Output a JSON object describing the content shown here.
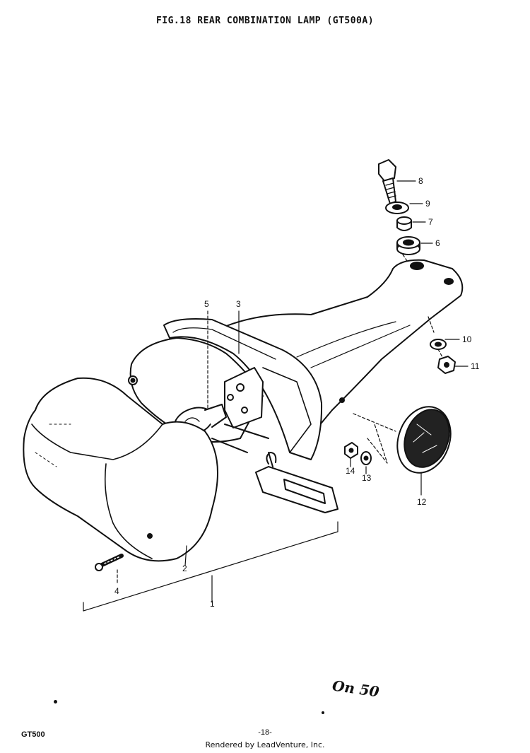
{
  "figure": {
    "title": "FIG.18 REAR COMBINATION LAMP (GT500A)"
  },
  "callouts": [
    "8",
    "9",
    "7",
    "6",
    "3",
    "5",
    "10",
    "11",
    "12",
    "13",
    "14",
    "2",
    "4",
    "1"
  ],
  "handwritten_note": "On 50",
  "footer": {
    "model": "GT500",
    "page": "-18-",
    "credit": "Rendered by LeadVenture, Inc."
  }
}
